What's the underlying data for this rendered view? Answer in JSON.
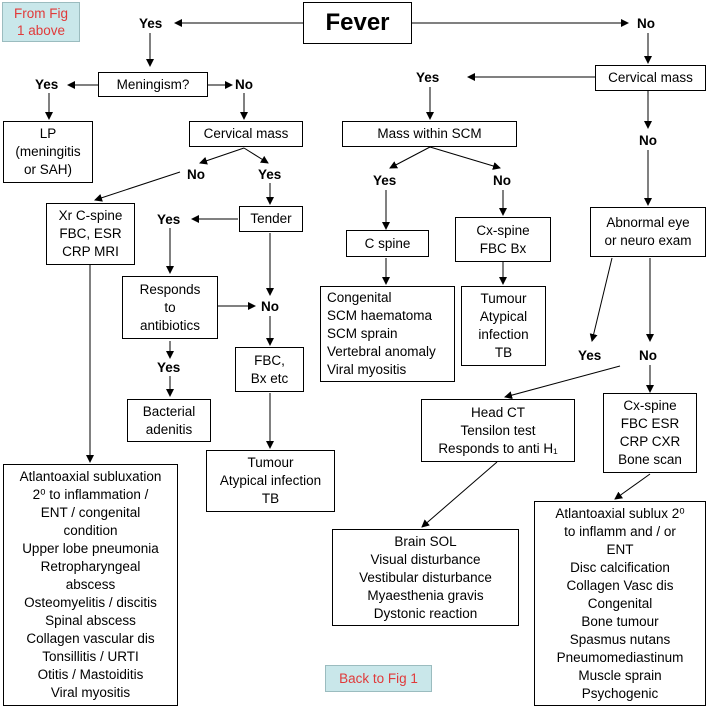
{
  "nav": {
    "from_fig_line1": "From Fig",
    "from_fig_line2": "1 above",
    "back": "Back to Fig 1"
  },
  "title": "Fever",
  "labels": {
    "top_yes": "Yes",
    "top_no": "No",
    "men_yes": "Yes",
    "men_no": "No",
    "right_yes": "Yes",
    "right_no": "No",
    "cm_no": "No",
    "cm_yes": "Yes",
    "tender_yes": "Yes",
    "tender_no": "No",
    "resp_yes": "Yes",
    "scm_yes": "Yes",
    "scm_no": "No",
    "abn_yes": "Yes",
    "abn_no": "No"
  },
  "boxes": {
    "meningism": [
      "Meningism?"
    ],
    "lp": [
      "LP",
      "(meningitis",
      "or SAH)"
    ],
    "cervical_mass_left": [
      "Cervical mass"
    ],
    "xr": [
      "Xr C-spine",
      "FBC, ESR",
      "CRP MRI"
    ],
    "tender": [
      "Tender"
    ],
    "responds": [
      "Responds",
      "to",
      "antibiotics"
    ],
    "bacterial": [
      "Bacterial",
      "adenitis"
    ],
    "fbc_bx": [
      "FBC,",
      "Bx etc"
    ],
    "tumour_left": [
      "Tumour",
      "Atypical infection",
      "TB"
    ],
    "atlanto_left": [
      "Atlantoaxial subluxation",
      "2⁰ to inflammation /",
      "ENT / congenital",
      "condition",
      "Upper lobe pneumonia",
      "Retropharyngeal",
      "abscess",
      "Osteomyelitis / discitis",
      "Spinal abscess",
      "Collagen vascular dis",
      "Tonsillitis / URTI",
      "Otitis / Mastoiditis",
      "Viral myositis"
    ],
    "cervical_mass_right": [
      "Cervical mass"
    ],
    "mass_scm": [
      "Mass within SCM"
    ],
    "cspine": [
      "C spine"
    ],
    "congenital": [
      "Congenital",
      "SCM haematoma",
      "SCM sprain",
      "Vertebral anomaly",
      "Viral myositis"
    ],
    "cxspine_fbc": [
      "Cx-spine",
      "FBC Bx"
    ],
    "tumour_mid": [
      "Tumour",
      "Atypical",
      "infection",
      "TB"
    ],
    "abnormal": [
      "Abnormal eye",
      "or neuro exam"
    ],
    "headct": [
      "Head CT",
      "Tensilon test",
      "Responds to anti H₁"
    ],
    "brain": [
      "Brain SOL",
      "Visual disturbance",
      "Vestibular disturbance",
      "Myaesthenia gravis",
      "Dystonic reaction"
    ],
    "cxspine_bone": [
      "Cx-spine",
      "FBC ESR",
      "CRP CXR",
      "Bone scan"
    ],
    "atlanto_right": [
      "Atlantoaxial sublux 2⁰",
      "to inflamm and / or",
      "ENT",
      "Disc calcification",
      "Collagen Vasc dis",
      "Congenital",
      "Bone tumour",
      "Spasmus nutans",
      "Pneumomediastinum",
      "Muscle sprain",
      "Psychogenic"
    ]
  }
}
